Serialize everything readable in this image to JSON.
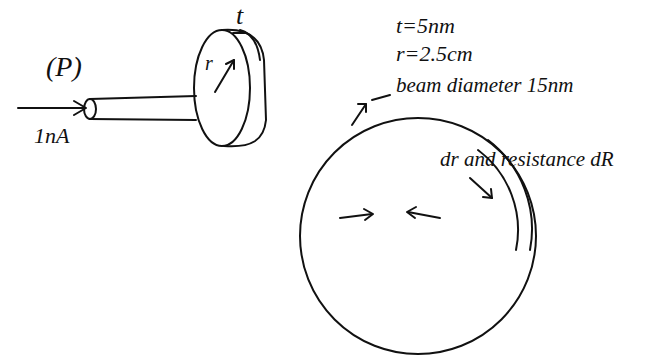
{
  "diagram": {
    "labels": [
      "t",
      "(P)",
      "1nA",
      "r",
      "t=5nm",
      "r=2.5cm",
      "beam diameter 15nm",
      "dr and resistance dR"
    ]
  }
}
